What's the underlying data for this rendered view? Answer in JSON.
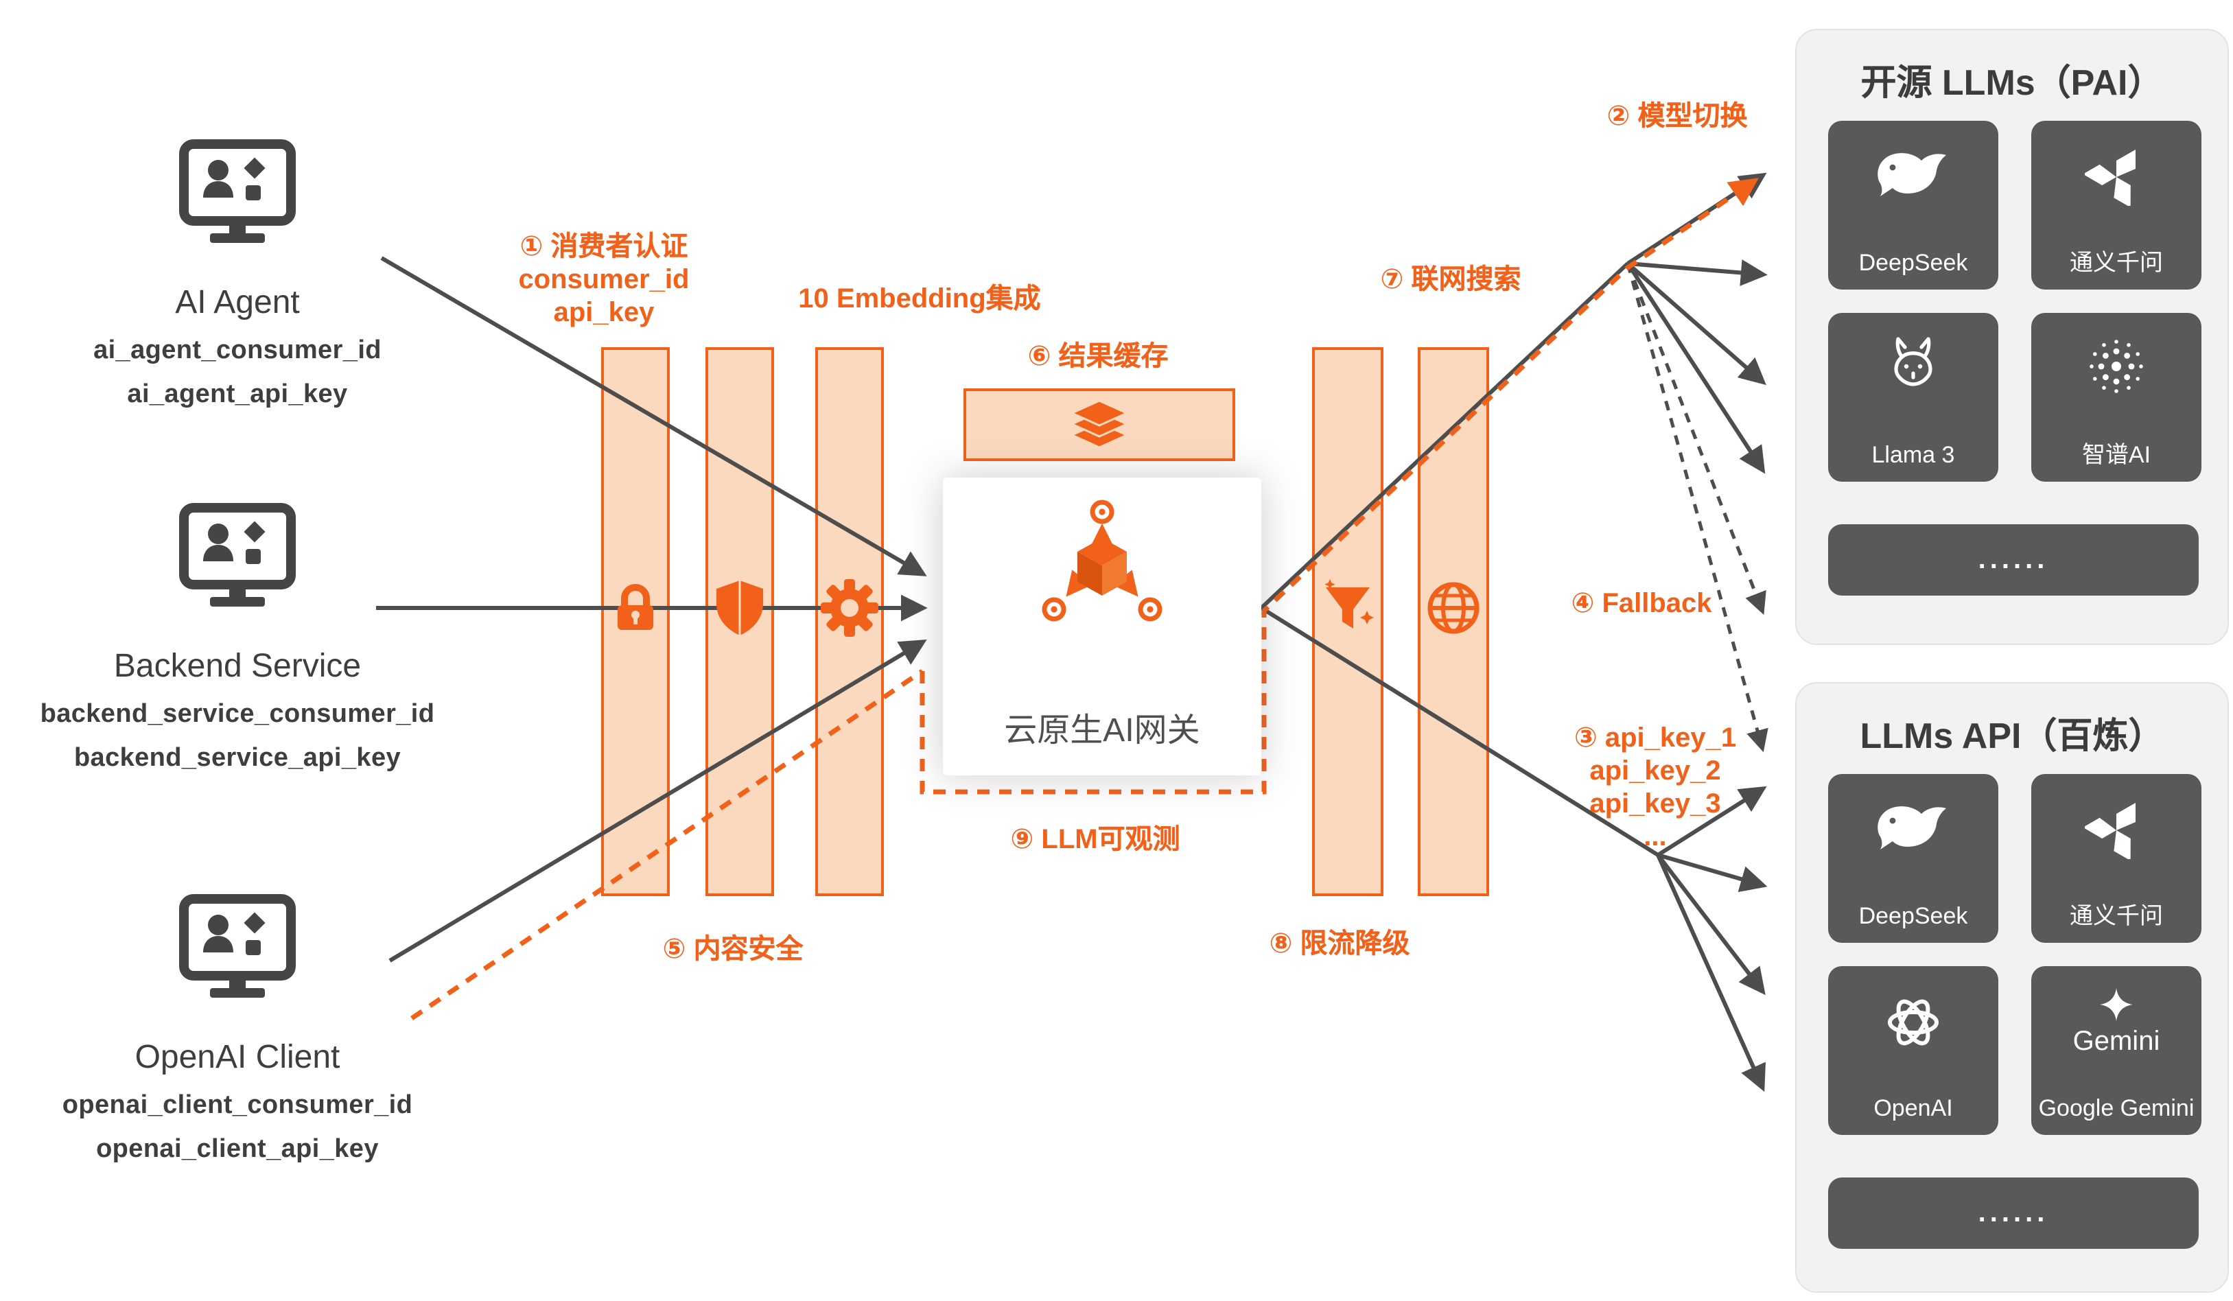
{
  "clients": [
    {
      "name": "AI Agent",
      "consumer_id": "ai_agent_consumer_id",
      "api_key": "ai_agent_api_key"
    },
    {
      "name": "Backend Service",
      "consumer_id": "backend_service_consumer_id",
      "api_key": "backend_service_api_key"
    },
    {
      "name": "OpenAI Client",
      "consumer_id": "openai_client_consumer_id",
      "api_key": "openai_client_api_key"
    }
  ],
  "gateway": {
    "title": "云原生AI网关"
  },
  "steps": {
    "auth_title": "① 消费者认证",
    "auth_line1": "consumer_id",
    "auth_line2": "api_key",
    "embedding": "10 Embedding集成",
    "cache": "⑥ 结果缓存",
    "content_safety": "⑤ 内容安全",
    "observability": "⑨ LLM可观测",
    "web_search": "⑦ 联网搜索",
    "rate_limit": "⑧ 限流降级",
    "model_switch": "② 模型切换",
    "fallback": "④ Fallback",
    "api_key_1": "③ api_key_1",
    "api_key_2": "api_key_2",
    "api_key_3": "api_key_3",
    "api_key_more": "..."
  },
  "panels": [
    {
      "title": "开源 LLMs（PAI）",
      "tiles": [
        {
          "label": "DeepSeek"
        },
        {
          "label": "通义千问"
        },
        {
          "label": "Llama 3"
        },
        {
          "label": "智谱AI"
        }
      ],
      "more": "......"
    },
    {
      "title": "LLMs API（百炼）",
      "tiles": [
        {
          "label": "DeepSeek"
        },
        {
          "label": "通义千问"
        },
        {
          "label": "OpenAI"
        },
        {
          "label": "Google Gemini",
          "word": "Gemini"
        }
      ],
      "more": "......"
    }
  ],
  "colors": {
    "accent": "#F2611A",
    "bar_fill": "#FBD9BF",
    "tile_bg": "#58595B",
    "panel_bg": "#F2F2F3",
    "line": "#4D4D4D"
  }
}
